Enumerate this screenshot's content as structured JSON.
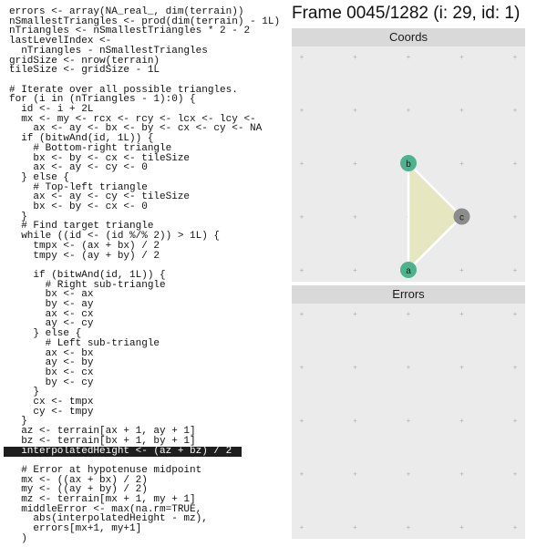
{
  "frame_title": "Frame 0045/1282 (i: 29, id: 1)",
  "code": {
    "lines": [
      "errors <- array(NA_real_, dim(terrain))",
      "nSmallestTriangles <- prod(dim(terrain) - 1L)",
      "nTriangles <- nSmallestTriangles * 2 - 2",
      "lastLevelIndex <-",
      "  nTriangles - nSmallestTriangles",
      "gridSize <- nrow(terrain)",
      "tileSize <- gridSize - 1L",
      "",
      "# Iterate over all possible triangles.",
      "for (i in (nTriangles - 1):0) {",
      "  id <- i + 2L",
      "  mx <- my <- rcx <- rcy <- lcx <- lcy <-",
      "    ax <- ay <- bx <- by <- cx <- cy <- NA",
      "  if (bitwAnd(id, 1L)) {",
      "    # Bottom-right triangle",
      "    bx <- by <- cx <- tileSize",
      "    ax <- ay <- cy <- 0",
      "  } else {",
      "    # Top-left triangle",
      "    ax <- ay <- cy <- tileSize",
      "    bx <- by <- cx <- 0",
      "  }",
      "  # Find target triangle",
      "  while ((id <- (id %/% 2)) > 1L) {",
      "    tmpx <- (ax + bx) / 2",
      "    tmpy <- (ay + by) / 2",
      "",
      "    if (bitwAnd(id, 1L)) {",
      "      # Right sub-triangle",
      "      bx <- ax",
      "      by <- ay",
      "      ax <- cx",
      "      ay <- cy",
      "    } else {",
      "      # Left sub-triangle",
      "      ax <- bx",
      "      ay <- by",
      "      bx <- cx",
      "      by <- cy",
      "    }",
      "    cx <- tmpx",
      "    cy <- tmpy",
      "  }",
      "  az <- terrain[ax + 1, ay + 1]",
      "  bz <- terrain[bx + 1, by + 1]",
      "  interpolatedHeight <- (az + bz) / 2",
      "",
      "  # Error at hypotenuse midpoint",
      "  mx <- ((ax + bx) / 2)",
      "  my <- ((ay + by) / 2)",
      "  mz <- terrain[mx + 1, my + 1]",
      "  middleError <- max(na.rm=TRUE,",
      "    abs(interpolatedHeight - mz),",
      "    errors[mx+1, my+1]",
      "  )"
    ],
    "highlight_index": 45
  },
  "coords_panel": {
    "title": "Coords",
    "vertices": [
      {
        "label": "a",
        "x": 2,
        "y": 4,
        "color": "#4db38e"
      },
      {
        "label": "b",
        "x": 2,
        "y": 2,
        "color": "#4db38e"
      },
      {
        "label": "c",
        "x": 3,
        "y": 3,
        "color": "#8c8c8c"
      }
    ],
    "triangle_fill": "#e6e6c0",
    "edge_color": "#ffffff"
  },
  "errors_panel": {
    "title": "Errors"
  }
}
